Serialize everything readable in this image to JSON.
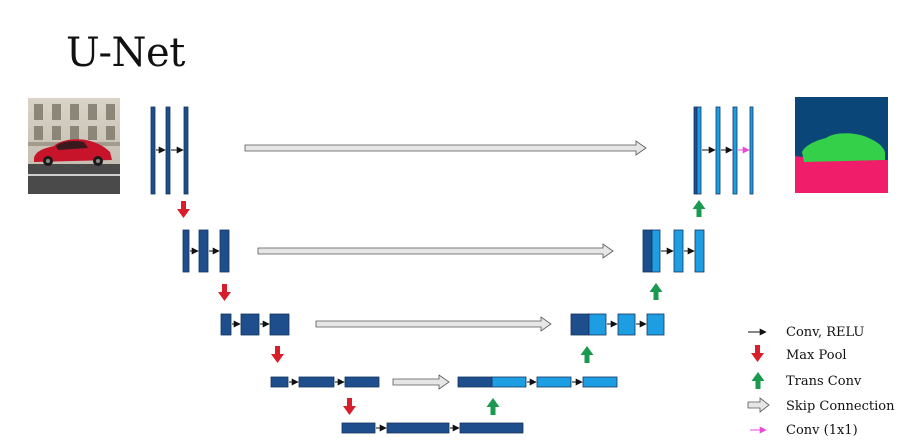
{
  "title": "U-Net",
  "colors": {
    "encoder_block": "#1f4e8c",
    "decoder_block": "#1e9ee2",
    "block_border": "#14345e",
    "conv_arrow": "#111111",
    "max_pool_arrow": "#d81e2a",
    "trans_conv_arrow": "#1a9a4e",
    "skip_connection_fill": "#e6e6e6",
    "skip_connection_stroke": "#555555",
    "conv1x1_arrow": "#e84ad8",
    "output_background": "#0a4677",
    "output_car": "#34d04a",
    "output_road": "#f01e6a"
  },
  "legend": {
    "conv_relu": "Conv, RELU",
    "max_pool": "Max Pool",
    "trans_conv": "Trans Conv",
    "skip_connection": "Skip Connection",
    "conv_1x1": "Conv (1x1)"
  },
  "images": {
    "input": "input-car-photo",
    "output": "output-segmentation-mask"
  }
}
